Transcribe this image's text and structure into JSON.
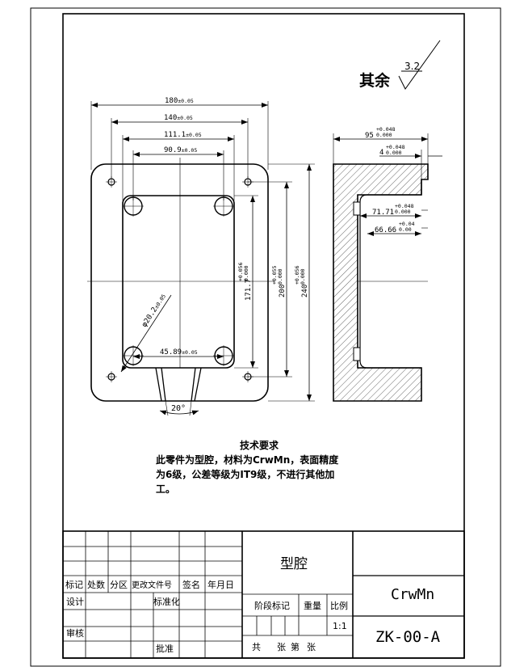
{
  "roughness": {
    "prefix": "其余",
    "value": "3.2"
  },
  "front_view_dims": {
    "w180": {
      "value": "180",
      "tol": "±0.05"
    },
    "w140": {
      "value": "140",
      "tol": "±0.05"
    },
    "w111": {
      "value": "111.1",
      "tol": "±0.05"
    },
    "w90": {
      "value": "90.9",
      "tol": "±0.05"
    },
    "w45": {
      "value": "45.89",
      "tol": "±0.05"
    },
    "h171": {
      "value": "171.7",
      "tol_upper": "+0.056",
      "tol_lower": "0.000"
    },
    "h200": {
      "value": "200",
      "tol_upper": "+0.055",
      "tol_lower": "0.000"
    },
    "h240": {
      "value": "240",
      "tol_upper": "+0.056",
      "tol_lower": "0.000"
    },
    "dia": {
      "value": "φ20.2",
      "tol": "±0.05"
    },
    "angle": "20°"
  },
  "side_view_dims": {
    "w95": {
      "value": "95",
      "tol_upper": "+0.048",
      "tol_lower": "0.000"
    },
    "w4": {
      "value": "4",
      "tol_upper": "+0.048",
      "tol_lower": "0.000"
    },
    "d71": {
      "value": "71.71",
      "tol_upper": "+0.048",
      "tol_lower": "0.000"
    },
    "d66": {
      "value": "66.66",
      "tol_upper": "+0.04",
      "tol_lower": "0.00"
    }
  },
  "tech_req": {
    "title": "技术要求",
    "line1": "此零件为型腔，材料为CrwMn，表面精度",
    "line2": "为6级，公差等级为IT9级，不进行其他加",
    "line3": "工。"
  },
  "title_block": {
    "part_name": "型腔",
    "material": "CrwMn",
    "drawing_no": "ZK-00-A",
    "scale": "1:1",
    "labels": {
      "biaoji": "标记",
      "chushu": "处数",
      "fenqu": "分区",
      "gengai": "更改文件号",
      "qianming": "签名",
      "nianyueri": "年月日",
      "sheji": "设计",
      "biaozhunhua": "标准化",
      "jieduan": "阶段标记",
      "zhongliang": "重量",
      "bili": "比例",
      "shenhe": "审核",
      "pizhun": "批准",
      "gong": "共",
      "zhang1": "张",
      "di": "第",
      "zhang2": "张"
    }
  }
}
